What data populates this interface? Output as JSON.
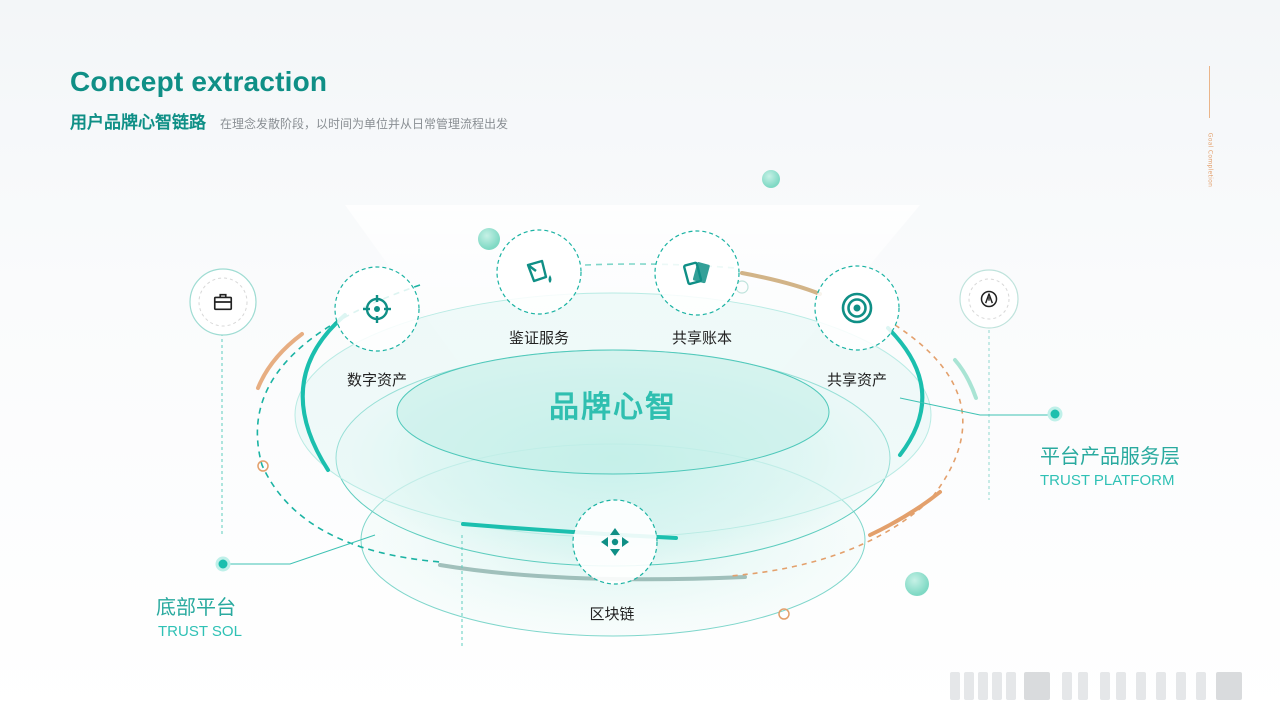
{
  "header": {
    "title": "Concept extraction",
    "subtitle": "用户品牌心智链路",
    "description": "在理念发散阶段，以时间为单位并从日常管理流程出发",
    "vertical_tag": "Goal Completion"
  },
  "diagram": {
    "core_label": "品牌心智",
    "nodes": [
      {
        "label": "数字资产",
        "icon": "crosshair-icon"
      },
      {
        "label": "鉴证服务",
        "icon": "paint-bucket-icon"
      },
      {
        "label": "共享账本",
        "icon": "ledger-cards-icon"
      },
      {
        "label": "共享资产",
        "icon": "target-icon"
      },
      {
        "label": "区块链",
        "icon": "move-arrows-icon"
      }
    ],
    "side_icons": [
      {
        "icon": "briefcase-icon"
      },
      {
        "icon": "pen-nib-icon"
      }
    ],
    "callouts": {
      "right": {
        "cn": "平台产品服务层",
        "en": "TRUST PLATFORM"
      },
      "left": {
        "cn": "底部平台",
        "en": "TRUST SOL"
      }
    }
  },
  "colors": {
    "teal": "#1bbfae",
    "dark_teal": "#0f8f86",
    "orange": "#e3a06c",
    "text": "#222222"
  }
}
